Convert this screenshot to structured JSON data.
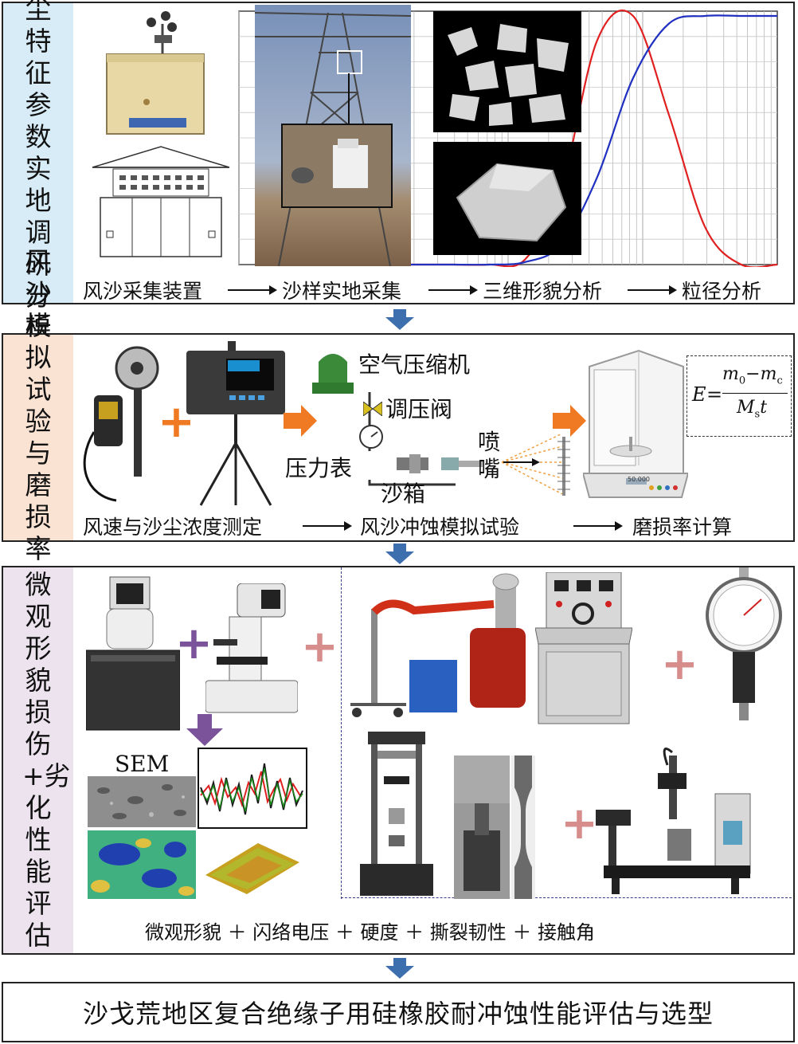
{
  "stage1": {
    "side_label": "沙尘特征参数实地调研分析",
    "steps": [
      "风沙采集装置",
      "沙样实地采集",
      "三维形貌分析",
      "粒径分析"
    ]
  },
  "stage2": {
    "side_label": "风沙模拟试验与磨损率评估",
    "compressor": "空气压缩机",
    "valve": "调压阀",
    "gauge": "压力表",
    "nozzle": "喷嘴",
    "sandbox": "沙箱",
    "formula": {
      "lhs": "E",
      "num_a": "m",
      "num_a_sub": "0",
      "num_b": "m",
      "num_b_sub": "c",
      "den": "M",
      "den_sub": "s",
      "den_t": "t"
    },
    "steps": [
      "风速与沙尘浓度测定",
      "风沙冲蚀模拟试验",
      "磨损率计算"
    ]
  },
  "stage3": {
    "side_label": "微观形貌损伤+劣化性能评估",
    "sem_label": "SEM",
    "balance_display": "50.000",
    "caption": "微观形貌 ＋ 闪络电压 ＋ 硬度 ＋ 撕裂韧性 ＋ 接触角"
  },
  "final": {
    "text": "沙戈荒地区复合绝缘子用硅橡胶耐冲蚀性能评估与选型"
  },
  "colors": {
    "stage1_side": "#d7ecf6",
    "stage2_side": "#fbe3d4",
    "stage3_side": "#ece3ee",
    "flow_arrow": "#3d6eae",
    "orange_arrow": "#f07a24",
    "purple": "#7a539a",
    "pink": "#d68d8c",
    "red_curve": "#e02020",
    "blue_curve": "#2030c0"
  },
  "chart_data": {
    "type": "line",
    "series": [
      {
        "values": [
          0,
          0,
          0,
          0,
          0.02,
          0.3,
          0.9,
          1.0,
          0.6,
          0.15,
          0,
          0
        ]
      },
      {
        "values": [
          0,
          0,
          0,
          0,
          0.01,
          0.08,
          0.35,
          0.75,
          0.97,
          1.0,
          1.0,
          1.0
        ]
      }
    ],
    "x": [
      0,
      1,
      2,
      3,
      4,
      5,
      6,
      7,
      8,
      9,
      10,
      11
    ],
    "grid": true
  }
}
